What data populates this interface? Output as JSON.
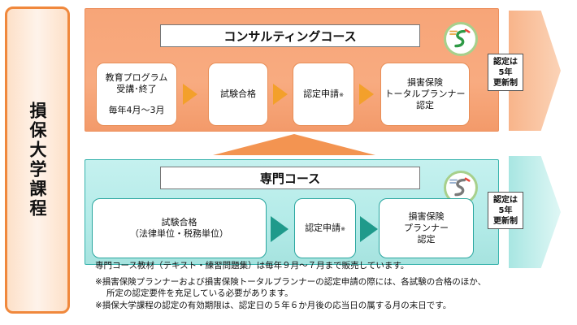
{
  "left_label": "損保大学課程",
  "consulting": {
    "title": "コンサルティングコース",
    "steps": {
      "education_line1": "教育プログラム",
      "education_line2": "受講･終了",
      "education_period": "毎年4月〜3月",
      "pass": "試験合格",
      "cert": "認定申請",
      "cert_mark": "※",
      "planner_line1": "損害保険",
      "planner_line2": "トータルプランナー",
      "planner_line3": "認定"
    },
    "renewal": {
      "line1": "認定は",
      "line2": "5年",
      "line3": "更新制"
    }
  },
  "senmon": {
    "title": "専門コース",
    "steps": {
      "exam_line1": "試験合格",
      "exam_line2": "（法律単位・税務単位）",
      "cert": "認定申請",
      "cert_mark": "※",
      "planner_line1": "損害保険",
      "planner_line2": "プランナー",
      "planner_line3": "認定"
    },
    "renewal": {
      "line1": "認定は",
      "line2": "5年",
      "line3": "更新制"
    }
  },
  "notes": {
    "materials": "専門コース教材（テキスト・練習問題集）は毎年９月〜７月まで販売しています。",
    "note1_line1": "※損害保険プランナーおよび損害保険トータルプランナーの認定申請の際には、各試験の合格のほか、",
    "note1_line2": "所定の認定要件を充足している必要があります。",
    "note2": "※損保大学課程の認定の有効期限は、認定日の５年６か月後の応当日の属する月の末日です。"
  },
  "colors": {
    "orange_accent": "#f0883c",
    "teal_accent": "#2aa69f",
    "arrow_orange": "#f3a02b",
    "arrow_teal": "#1f9a8b"
  },
  "icons": [
    "sonpo-planner-logo-icon",
    "step-arrow-icon",
    "renewal-arrow-icon"
  ]
}
